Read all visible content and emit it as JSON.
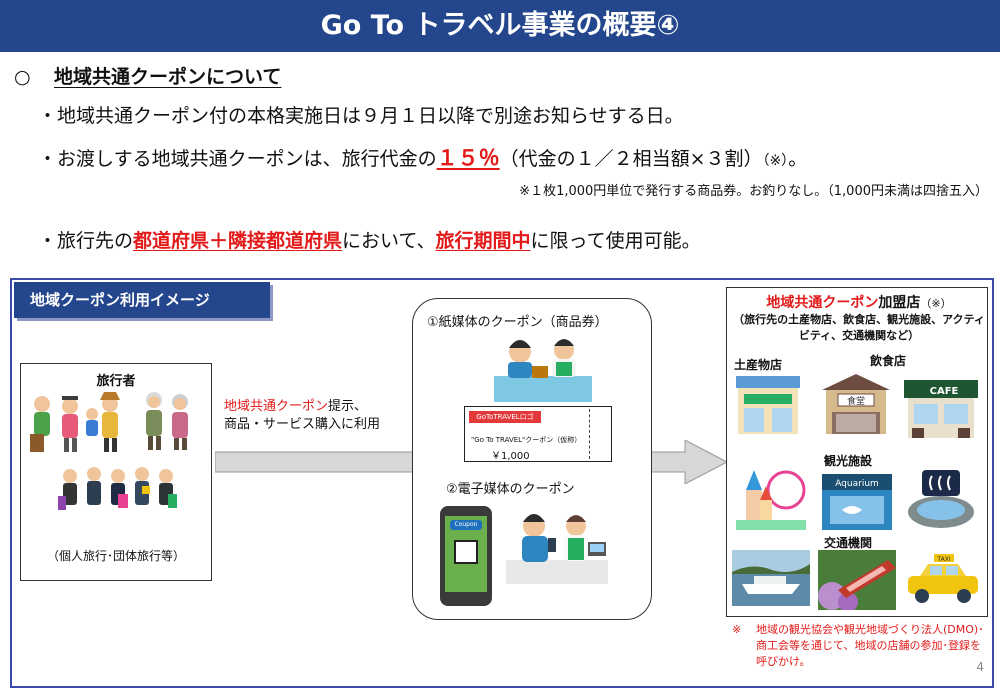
{
  "title": "Go To トラベル事業の概要④",
  "section": {
    "mark": "○",
    "heading": "地域共通クーポンについて"
  },
  "bullets": {
    "b1": "・地域共通クーポン付の本格実施日は９月１日以降で別途お知らせする日。",
    "b2_pre": "・お渡しする地域共通クーポンは、旅行代金の",
    "b2_em": "１５％",
    "b2_post": "（代金の１／２相当額×３割）",
    "b2_mark": "（※）",
    "b2_end": "。",
    "note": "※１枚1,000円単位で発行する商品券。お釣りなし。（1,000円未満は四捨五入）",
    "b3_pre": "・旅行先の",
    "b3_em1": "都道府県＋隣接都道府県",
    "b3_mid": "において、",
    "b3_em2": "旅行期間中",
    "b3_post": "に限って使用可能。"
  },
  "image_label": "地域クーポン利用イメージ",
  "traveler": {
    "title": "旅行者",
    "caption": "（個人旅行･団体旅行等）"
  },
  "usage": {
    "red": "地域共通クーポン",
    "line1_rest": "提示、",
    "line2": "商品・サービス購入に利用"
  },
  "coupon_types": {
    "paper": "①紙媒体のクーポン（商品券）",
    "digital": "②電子媒体のクーポン",
    "ticket_logo": "GoToTRAVELロゴ",
    "ticket_sub": "\"Go To TRAVEL\"クーポン（仮称）",
    "ticket_price": "￥1,000",
    "phone_label": "Coupon"
  },
  "stores": {
    "title_red": "地域共通クーポン",
    "title_rest": "加盟店",
    "title_mark": "（※）",
    "subtitle": "（旅行先の土産物店、飲食店、観光施設、アクティビティ、交通機関など）",
    "souvenir": "土産物店",
    "restaurant": "飲食店",
    "tourism": "観光施設",
    "transport": "交通機関",
    "shokudo_sign": "食堂",
    "cafe_sign": "CAFE",
    "aquarium_sign": "Aquarium",
    "taxi_sign": "TAXI"
  },
  "footnote": {
    "mark": "※",
    "text": "地域の観光協会や観光地域づくり法人(DMO)･商工会等を通じて、地域の店舗の参加･登録を呼びかけ。"
  },
  "page_number": "4",
  "colors": {
    "title_bg": "#24468c",
    "accent_red": "#e31a1a",
    "frame": "#3a4aa8"
  }
}
